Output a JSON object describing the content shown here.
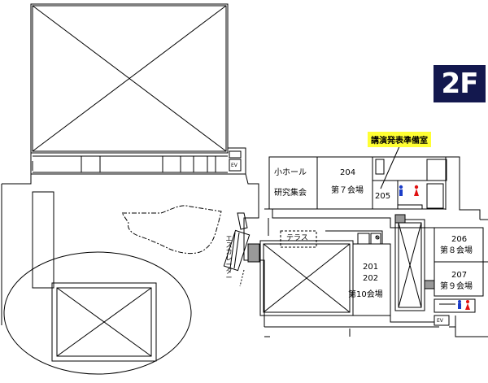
{
  "floor": {
    "label": "2F",
    "badge_color": "#13184e"
  },
  "callout": {
    "text": "講演発表準備室",
    "color": "#ffff33"
  },
  "rooms": {
    "small_hall": "小ホール",
    "research_meeting": "研究集会",
    "room_204_num": "204",
    "room_204_name": "第７会場",
    "room_205_num": "205",
    "room_206_num": "206",
    "room_206_name": "第８会場",
    "room_207_num": "207",
    "room_207_name": "第９会場",
    "room_201_num": "201",
    "room_202_num": "202",
    "room_201_202_name": "第10会場",
    "terrace": "テラス",
    "escalator": "エスカレーター",
    "ev_top": "EV",
    "ev_bottom": "EV"
  },
  "colors": {
    "men": "#1a3cc8",
    "women": "#e01010",
    "stair": "#999999"
  },
  "icons": [
    "restroom-men-icon",
    "restroom-women-icon",
    "wheelchair-icon"
  ]
}
